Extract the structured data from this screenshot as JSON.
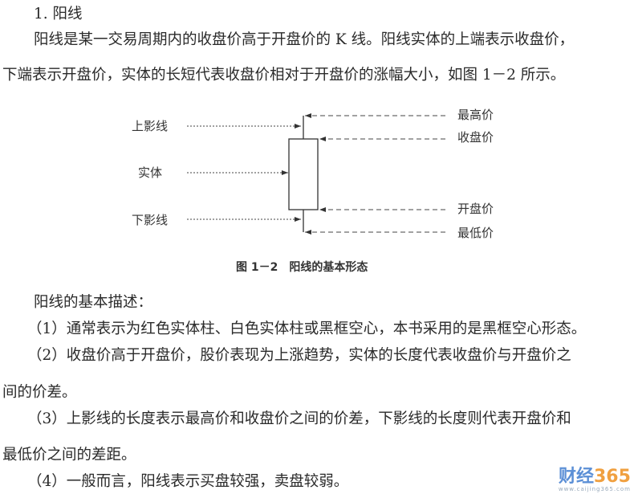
{
  "section_title": "1. 阳线",
  "intro": [
    "阳线是某一交易周期内的收盘价高于开盘价的 K 线。阳线实体的上端表示收盘价，",
    "下端表示开盘价，实体的长短代表收盘价相对于开盘价的涨幅大小，如图 1－2 所示。"
  ],
  "figure": {
    "left_labels": {
      "upper_shadow": "上影线",
      "body": "实体",
      "lower_shadow": "下影线"
    },
    "right_labels": {
      "high": "最高价",
      "close": "收盘价",
      "open": "开盘价",
      "low": "最低价"
    },
    "caption": "图 1－2　阳线的基本形态"
  },
  "description_heading": "阳线的基本描述：",
  "items": [
    [
      "（1）通常表示为红色实体柱、白色实体柱或黑框空心，本书采用的是黑框空心形态。"
    ],
    [
      "（2）收盘价高于开盘价，股价表现为上涨趋势，实体的长度代表收盘价与开盘价之",
      "间的价差。"
    ],
    [
      "（3）上影线的长度表示最高价和收盘价之间的价差，下影线的长度则代表开盘价和",
      "最低价之间的差距。"
    ],
    [
      "（4）一般而言，阳线表示买盘较强，卖盘较弱。"
    ]
  ],
  "watermark": {
    "brand": "财经365",
    "url": "www.caijing365.com",
    "colors": {
      "blue": "#5b8fd6",
      "orange": "#f0a040"
    }
  }
}
